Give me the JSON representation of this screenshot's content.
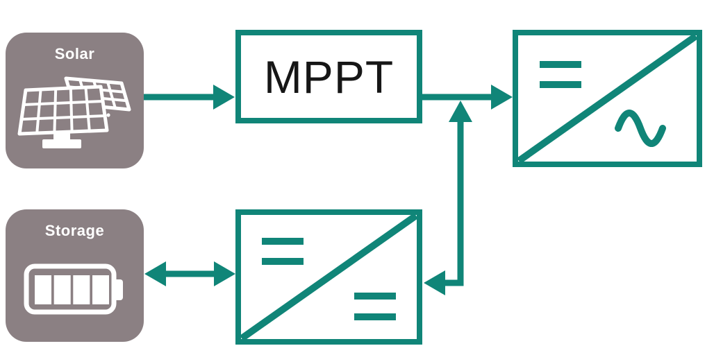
{
  "diagram": {
    "type": "solar-power-system-block-diagram",
    "colors": {
      "accent_teal": "#108578",
      "node_gray": "#8b8083",
      "label_light": "#ffffff",
      "label_dark": "#161616",
      "background": "#ffffff"
    },
    "nodes": {
      "solar": {
        "label": "Solar",
        "icon": "solar-panel-icon",
        "type": "source"
      },
      "storage": {
        "label": "Storage",
        "icon": "battery-icon",
        "type": "battery-storage"
      },
      "mppt": {
        "label": "MPPT",
        "type": "charge-controller"
      },
      "inverter": {
        "label": "",
        "symbol_top_left": "DC (=)",
        "symbol_bottom_right": "AC (~)",
        "type": "dc-ac-inverter"
      },
      "dcdc": {
        "label": "",
        "symbol_top_left": "DC (=)",
        "symbol_bottom_right": "DC (=)",
        "type": "dc-dc-converter"
      }
    },
    "connections": [
      {
        "id": "solar-to-mppt",
        "from": "solar",
        "to": "mppt",
        "direction": "one-way"
      },
      {
        "id": "mppt-to-inverter",
        "from": "mppt",
        "to": "inverter",
        "direction": "one-way"
      },
      {
        "id": "dcdc-to-dc-bus",
        "from": "dcdc",
        "to": "mppt-inverter-line",
        "direction": "two-way"
      },
      {
        "id": "storage-to-dcdc",
        "from": "storage",
        "to": "dcdc",
        "direction": "two-way"
      }
    ]
  }
}
